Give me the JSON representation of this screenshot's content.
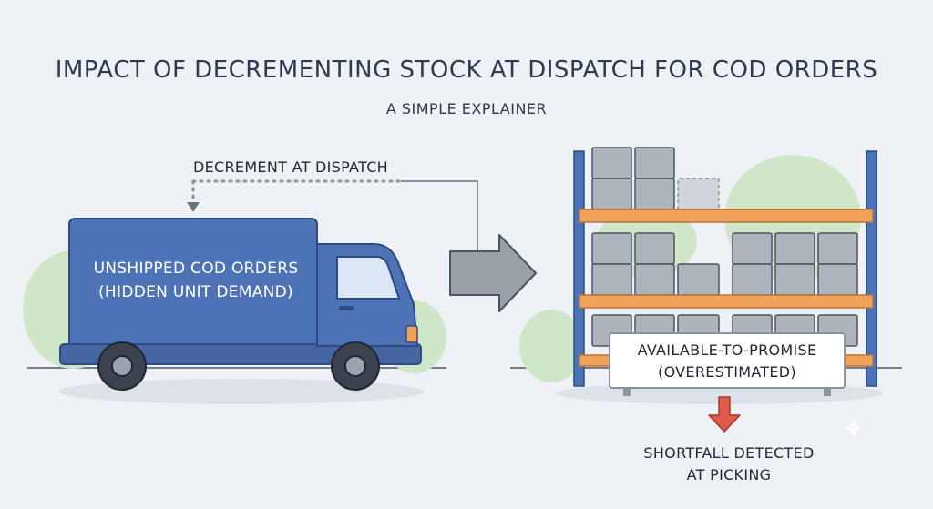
{
  "header": {
    "title": "IMPACT OF DECREMENTING STOCK AT DISPATCH FOR COD ORDERS",
    "subtitle": "A SIMPLE EXPLAINER"
  },
  "dispatch": {
    "label": "DECREMENT AT DISPATCH"
  },
  "truck": {
    "label_line1": "UNSHIPPED COD ORDERS",
    "label_line2": "(HIDDEN UNIT DEMAND)",
    "body_color": "#4d72b5"
  },
  "shelf": {
    "atp_line1": "AVAILABLE-TO-PROMISE",
    "atp_line2": "(OVERESTIMATED)",
    "post_color": "#4a74b8",
    "beam_color": "#f0a25a"
  },
  "shortfall": {
    "line1": "SHORTFALL DETECTED",
    "line2": "AT PICKING",
    "arrow_color": "#e25a4a"
  }
}
